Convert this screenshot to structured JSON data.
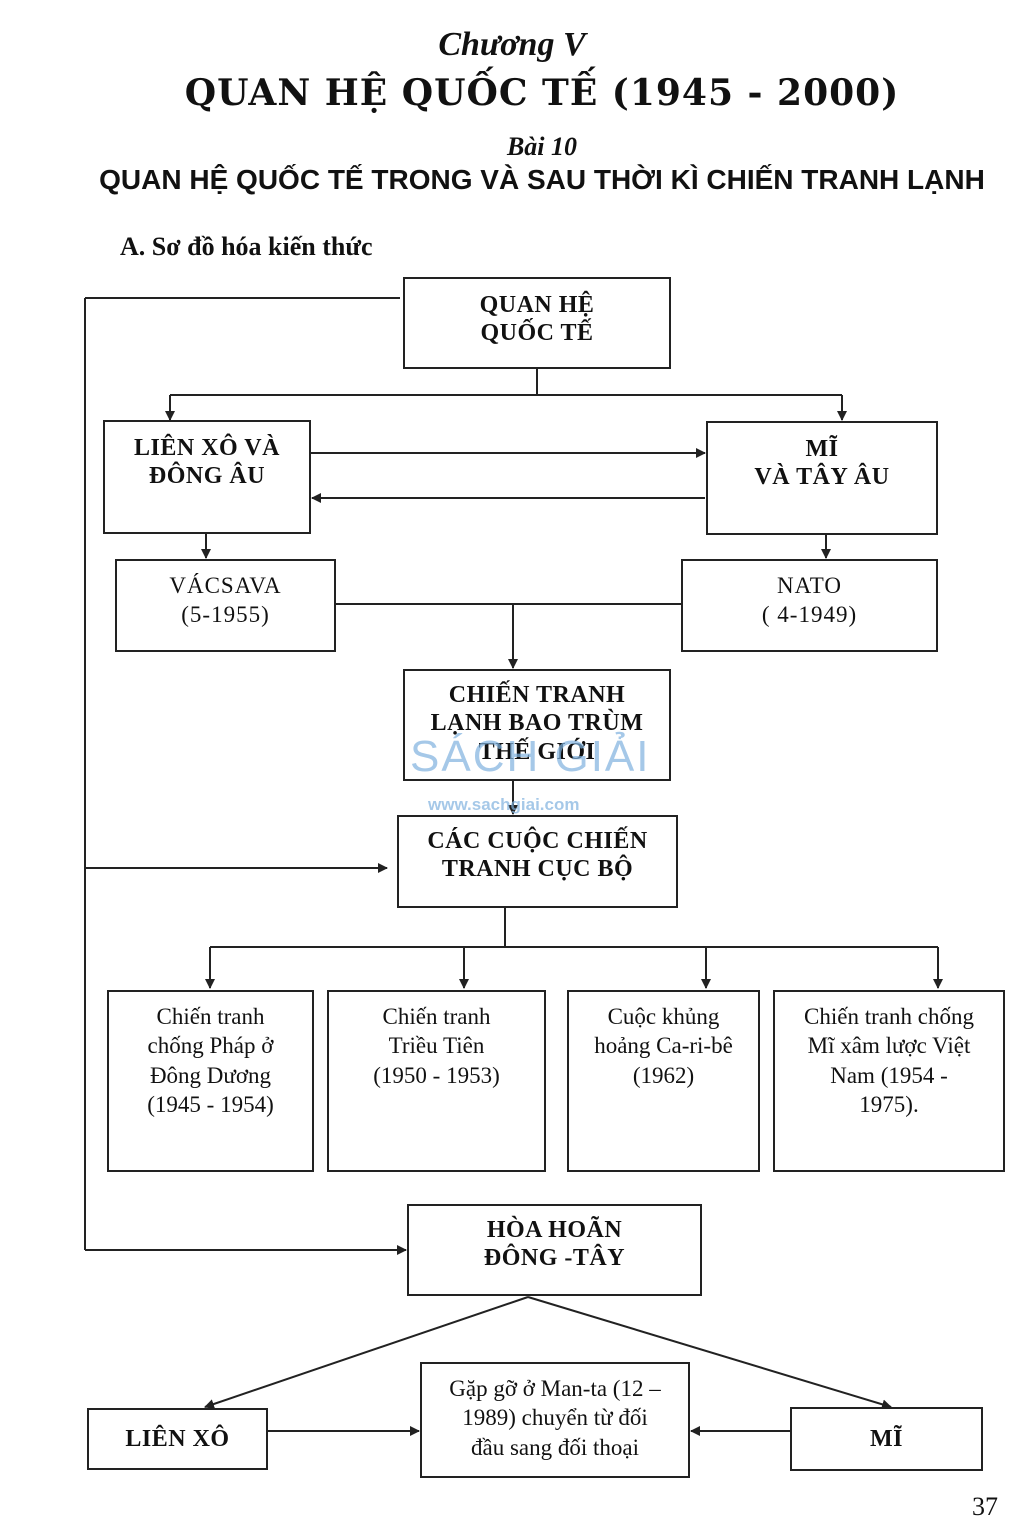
{
  "header": {
    "chapter": "Chương V",
    "title": "QUAN HỆ QUỐC TẾ (1945 - 2000)",
    "lesson": "Bài 10",
    "subtitle": "QUAN HỆ QUỐC TẾ TRONG VÀ SAU THỜI KÌ CHIẾN TRANH LẠNH",
    "section": "A. Sơ đồ hóa kiến thức"
  },
  "diagram": {
    "root": "QUAN HỆ\nQUỐC TẾ",
    "east_bloc": "LIÊN XÔ VÀ\nĐÔNG ÂU",
    "west_bloc": "MĨ\nVÀ TÂY ÂU",
    "warsaw": "VÁCSAVA\n(5-1955)",
    "nato": "NATO\n( 4-1949)",
    "cold_war": "CHIẾN TRANH\nLẠNH BAO TRÙM\nTHẾ GIỚI",
    "local_wars": "CÁC CUỘC CHIẾN\nTRANH CỤC BỘ",
    "conflicts": [
      "Chiến tranh\nchống Pháp ở\nĐông Dương\n(1945 - 1954)",
      "Chiến tranh\nTriều Tiên\n(1950 - 1953)",
      "Cuộc khủng\nhoảng Ca-ri-bê\n(1962)",
      "Chiến tranh chống\nMĩ xâm lược Việt\nNam (1954 -\n1975)."
    ],
    "detente": "HÒA HOÃN\nĐÔNG -TÂY",
    "soviet": "LIÊN XÔ",
    "usa": "MĨ",
    "malta": "Gặp gỡ ở Man-ta (12 –\n1989) chuyển từ đối\nđầu sang đối thoại"
  },
  "watermark": {
    "brand": "SÁCH GIẢI",
    "url": "www.sachgiai.com"
  },
  "page_number": "37"
}
